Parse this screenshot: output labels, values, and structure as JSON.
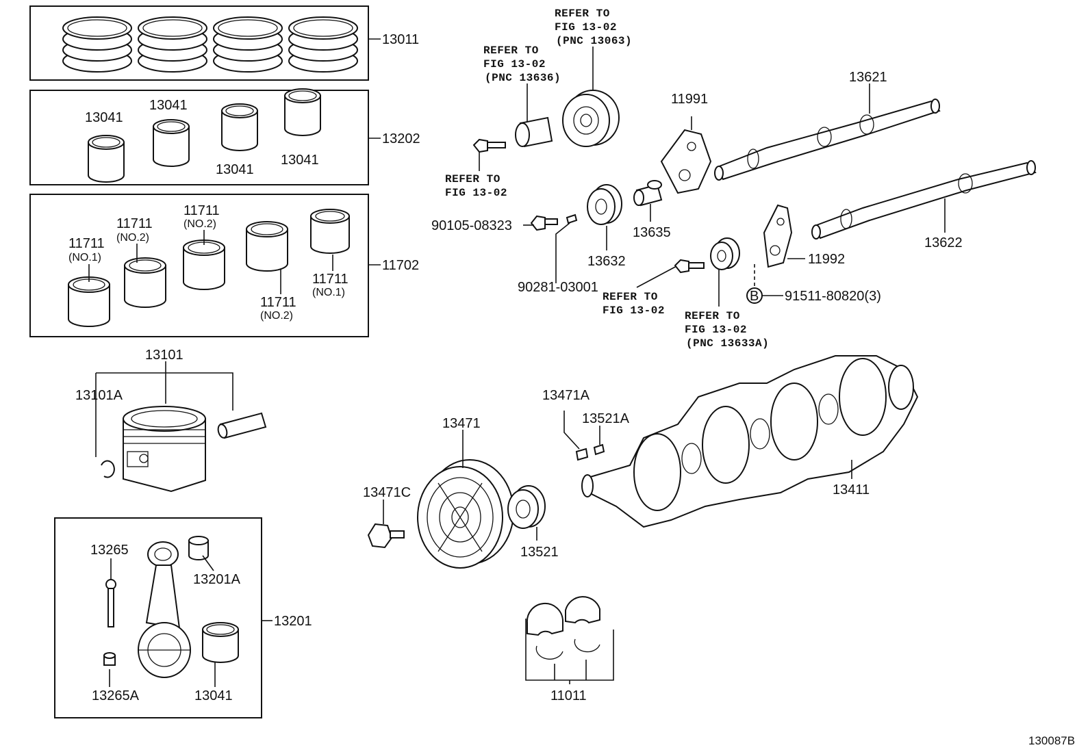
{
  "diagram_id": "130087B",
  "boxes": {
    "rings": {
      "part_number": "13011"
    },
    "rod_bearings": {
      "part_number": "13202",
      "items": [
        "13041",
        "13041",
        "13041",
        "13041"
      ]
    },
    "main_bearings": {
      "part_number": "11702",
      "items": [
        {
          "pn": "11711",
          "sub": "(NO.1)"
        },
        {
          "pn": "11711",
          "sub": "(NO.2)"
        },
        {
          "pn": "11711",
          "sub": "(NO.2)"
        },
        {
          "pn": "11711",
          "sub": "(NO.2)"
        },
        {
          "pn": "11711",
          "sub": "(NO.1)"
        }
      ]
    },
    "conn_rod": {
      "part_number": "13201",
      "items": [
        "13265",
        "13201A",
        "13265A",
        "13041"
      ]
    }
  },
  "piston": {
    "part_number": "13101",
    "snap_ring": "13101A"
  },
  "camshafts": {
    "cam_1": "13621",
    "cam_2": "13622",
    "plate_1": "11991",
    "plate_2": "11992",
    "bolt": "90105-08323",
    "pin": "90281-03001",
    "gear": "13632",
    "sleeve": "13635",
    "screw": "91511-80820(3)",
    "screw_marker": "B"
  },
  "notes": {
    "refer_13063": [
      "REFER TO",
      "FIG 13-02",
      "(PNC 13063)"
    ],
    "refer_13636": [
      "REFER TO",
      "FIG 13-02",
      "(PNC 13636)"
    ],
    "refer_bolt_1": [
      "REFER TO",
      "FIG 13-02"
    ],
    "refer_bolt_2": [
      "REFER TO",
      "FIG 13-02"
    ],
    "refer_13633A": [
      "REFER TO",
      "FIG 13-02",
      "(PNC 13633A)"
    ]
  },
  "crank": {
    "crankshaft": "13411",
    "pulley": "13471",
    "pulley_bolt": "13471C",
    "key_1": "13471A",
    "key_2": "13521A",
    "sprocket": "13521",
    "thrust_washers": "11011"
  }
}
